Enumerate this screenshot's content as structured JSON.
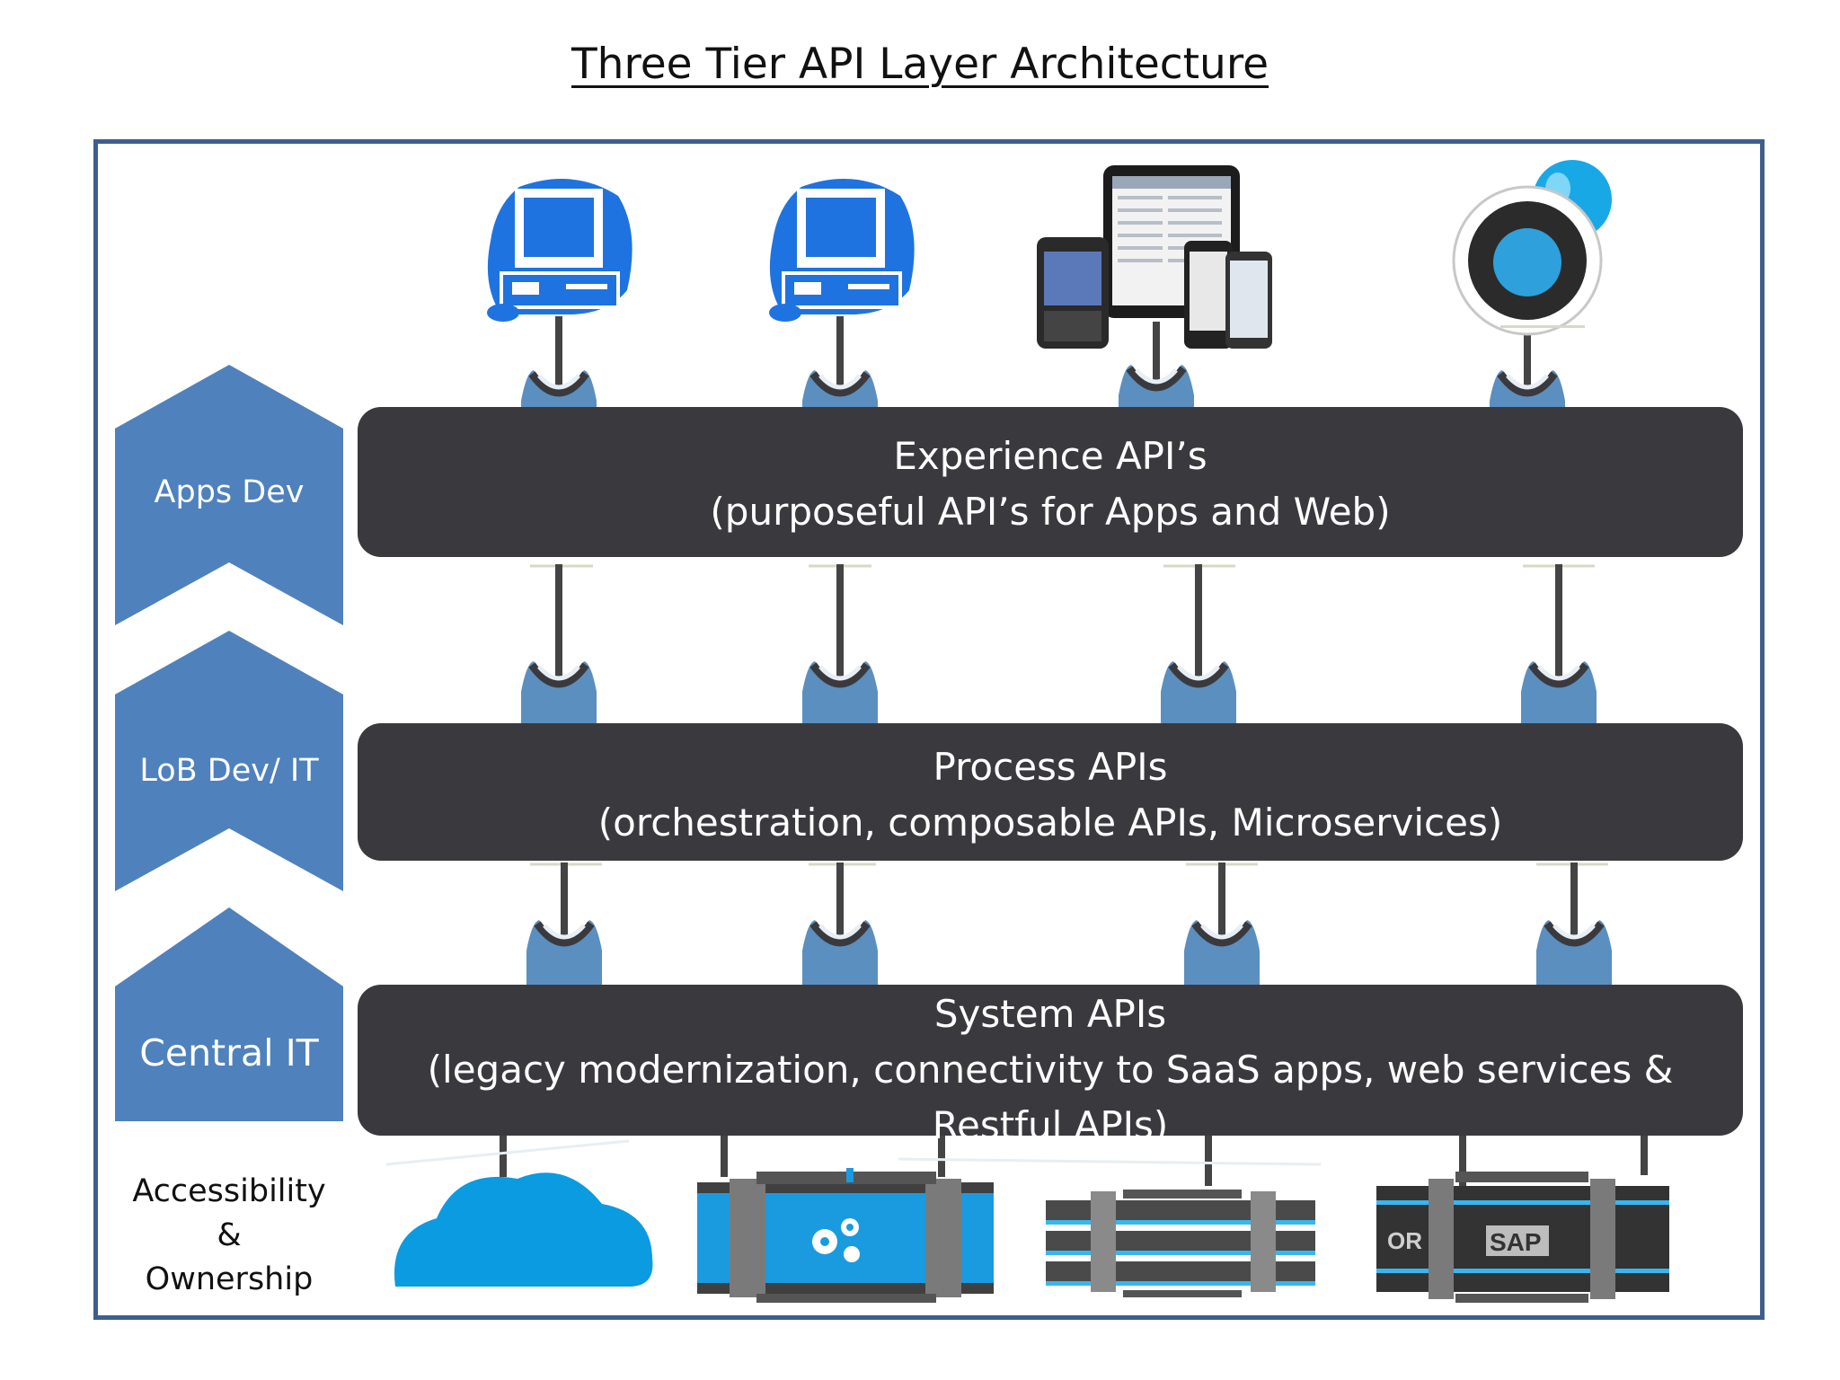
{
  "title": "Three Tier API Layer Architecture",
  "roles": [
    {
      "label": "Apps Dev"
    },
    {
      "label": "LoB Dev/ IT"
    },
    {
      "label": "Central IT"
    }
  ],
  "tiers": [
    {
      "title": "Experience API’s",
      "subtitle": "(purposeful API’s for Apps and Web)"
    },
    {
      "title": "Process APIs",
      "subtitle": "(orchestration, composable APIs, Microservices)"
    },
    {
      "title": "System APIs",
      "subtitle": "(legacy modernization, connectivity to SaaS apps, web services &",
      "subtitle2": "Restful APIs)"
    }
  ],
  "accessibility": {
    "line1": "Accessibility",
    "line2": "&",
    "line3": "Ownership"
  },
  "consumers": [
    {
      "icon": "desktop-computer-icon"
    },
    {
      "icon": "desktop-computer-icon"
    },
    {
      "icon": "mobile-tablet-devices-icon"
    },
    {
      "icon": "smart-thermostat-bulb-icon"
    }
  ],
  "backends": [
    {
      "icon": "cloud-icon"
    },
    {
      "icon": "gear-server-icon"
    },
    {
      "icon": "rack-server-icon"
    },
    {
      "icon": "sap-server-icon",
      "labels": [
        "OR",
        "SAP"
      ]
    }
  ],
  "colors": {
    "tier": "#3a3a3e",
    "role": "#4f81bd",
    "frame": "#3e5e8e",
    "connector": "#5b8fbf",
    "device": "#1f73e0",
    "cloud": "#0a9be0"
  }
}
